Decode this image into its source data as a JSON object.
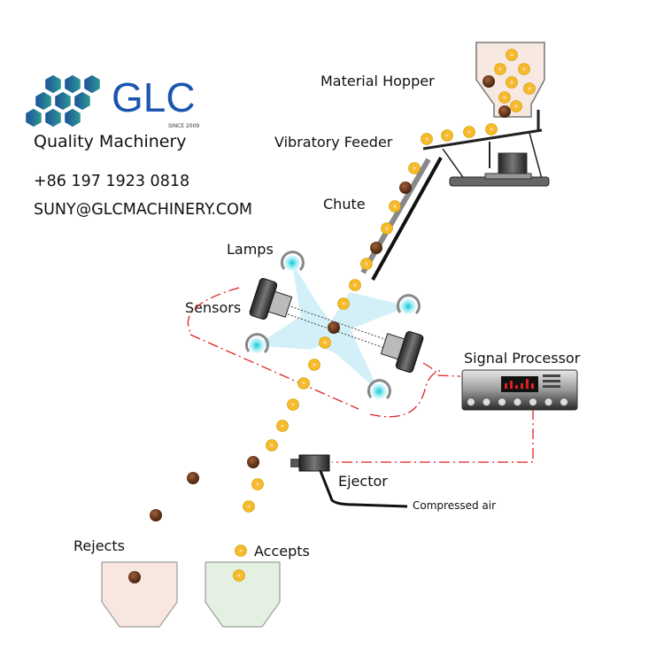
{
  "company": {
    "logo_text": "GLC",
    "since": "SINCE 2009",
    "tagline": "Quality Machinery",
    "phone": "+86 197 1923 0818",
    "email": "SUNY@GLCMACHINERY.COM"
  },
  "labels": {
    "hopper": "Material Hopper",
    "feeder": "Vibratory Feeder",
    "chute": "Chute",
    "lamps": "Lamps",
    "sensors": "Sensors",
    "processor": "Signal Processor",
    "ejector": "Ejector",
    "air": "Compressed air",
    "rejects": "Rejects",
    "accepts": "Accepts"
  },
  "colors": {
    "brand": "#1a56b0",
    "good": "#f6c21a",
    "bad": "#6b3a1e",
    "signal": "#e02020",
    "light": "#8fd6ea"
  }
}
